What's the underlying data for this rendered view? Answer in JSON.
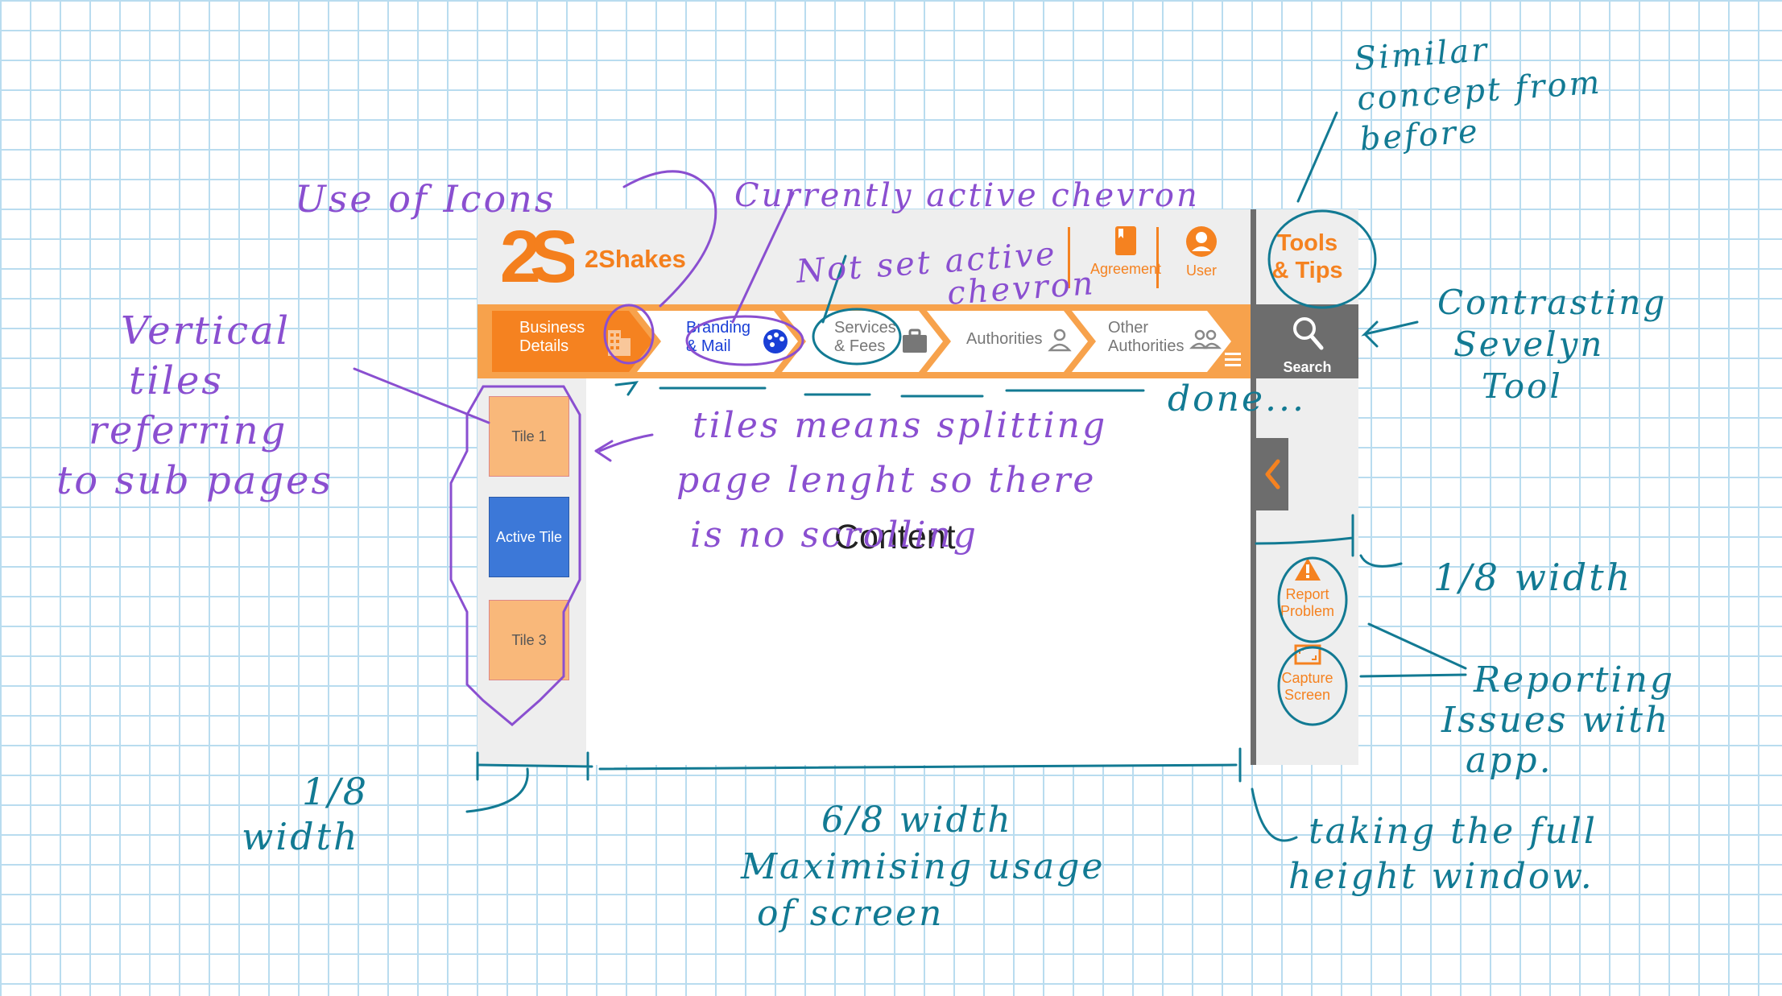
{
  "app": {
    "logo_initials": "2S",
    "brand_name": "2Shakes",
    "brand_color": "#f47f1d",
    "header_items": [
      {
        "label": "Agreement",
        "icon": "book-icon"
      },
      {
        "label": "User",
        "icon": "user-circle-icon"
      }
    ]
  },
  "nav": {
    "steps": [
      {
        "label_line1": "Business",
        "label_line2": "Details",
        "icon": "building-icon",
        "state": "active"
      },
      {
        "label_line1": "Branding",
        "label_line2": "& Mail",
        "icon": "palette-icon",
        "state": "current"
      },
      {
        "label_line1": "Services",
        "label_line2": "& Fees",
        "icon": "briefcase-icon",
        "state": "default"
      },
      {
        "label_line1": "Authorities",
        "label_line2": "",
        "icon": "person-icon",
        "state": "default"
      },
      {
        "label_line1": "Other",
        "label_line2": "Authorities",
        "icon": "people-icon",
        "state": "default"
      }
    ],
    "menu_icon": "hamburger-icon"
  },
  "tiles": [
    {
      "label": "Tile 1",
      "state": "default",
      "color": "#f9b87a"
    },
    {
      "label": "Active Tile",
      "state": "active",
      "color": "#3c78d8"
    },
    {
      "label": "Tile 3",
      "state": "default",
      "color": "#f9b87a"
    }
  ],
  "main": {
    "content_label": "Content"
  },
  "tools": {
    "title_line1": "Tools",
    "title_line2": "& Tips",
    "search_label": "Search",
    "collapse_icon": "chevron-left-icon",
    "items": [
      {
        "label_line1": "Report",
        "label_line2": "Problem",
        "icon": "warning-icon"
      },
      {
        "label_line1": "Capture",
        "label_line2": "Screen",
        "icon": "screenshot-icon"
      }
    ]
  },
  "colors": {
    "accent": "#f58220",
    "nav_bar": "#f7a24c",
    "panel_gray": "#eeeeee",
    "dark_gray": "#6d6d6d",
    "active_tile": "#3c78d8",
    "ink_purple": "#8a4fd0",
    "ink_teal": "#127a93"
  },
  "annotations": {
    "similar_concept": [
      "Similar",
      "concept from",
      "before"
    ],
    "use_of_icons": "Use of Icons",
    "currently_active": "Currently active chevron",
    "not_set_active": [
      "Not set active",
      "chevron"
    ],
    "vertical_tiles": [
      "Vertical",
      "tiles",
      "referring",
      "to sub pages"
    ],
    "tiles_means": [
      "tiles means splitting",
      "page lenght so there",
      "is no scrolling"
    ],
    "done": "done...",
    "contrasting": [
      "Contrasting",
      "Sevelyn",
      "Tool"
    ],
    "eighth_width": "1/8 width",
    "reporting": [
      "Reporting",
      "Issues with",
      "app."
    ],
    "left_eighth": [
      "1/8",
      "width"
    ],
    "six_eighth": [
      "6/8 width",
      "Maximising usage",
      "of screen"
    ],
    "full_height": [
      "taking the full",
      "height window."
    ]
  }
}
